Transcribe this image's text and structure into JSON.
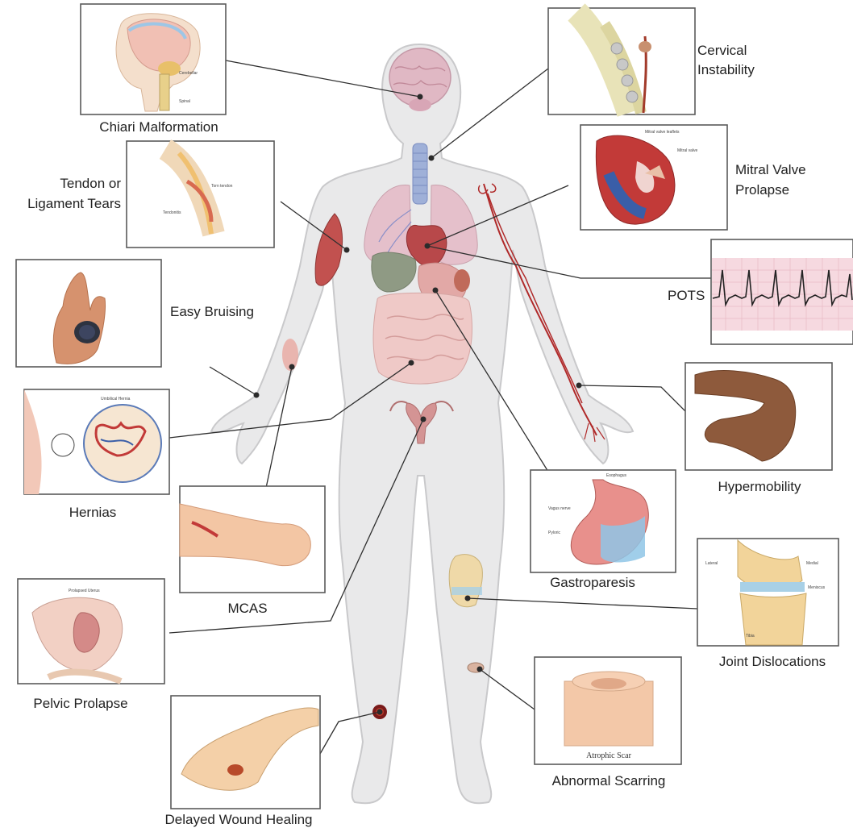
{
  "labels": {
    "chiari": "Chiari Malformation",
    "cervical_1": "Cervical",
    "cervical_2": "Instability",
    "tendon_1": "Tendon or",
    "tendon_2": "Ligament Tears",
    "mitral_1": "Mitral Valve",
    "mitral_2": "Prolapse",
    "pots": "POTS",
    "bruising": "Easy Bruising",
    "hernias": "Hernias",
    "hypermobility": "Hypermobility",
    "mcas": "MCAS",
    "gastroparesis": "Gastroparesis",
    "joint": "Joint Dislocations",
    "pelvic": "Pelvic Prolapse",
    "scarring": "Abnormal Scarring",
    "wound": "Delayed Wound Healing"
  },
  "inset_text": {
    "atrophic_scar": "Atrophic Scar"
  },
  "colors": {
    "body": "#e9e9ea",
    "body_outline": "#c9c9cb",
    "organ_red": "#b8484a",
    "vessel": "#b02a2a",
    "ecg_bg": "#f6d9e0",
    "ecg_line": "#222222"
  }
}
